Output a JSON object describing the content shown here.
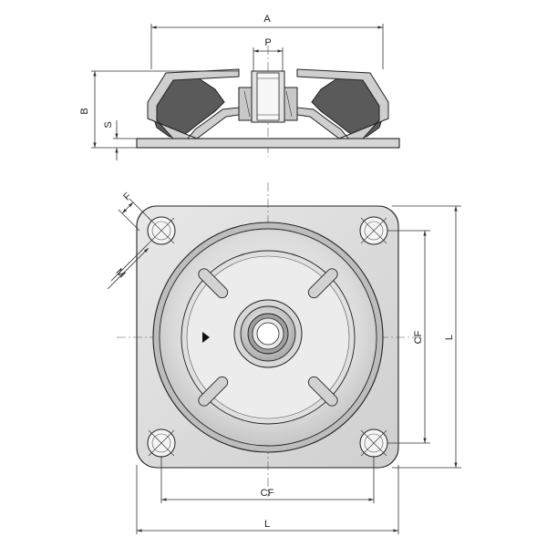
{
  "labels": {
    "A": "A",
    "P": "P",
    "B": "B",
    "S": "S",
    "F": "F",
    "M": "M",
    "CF_vertical": "CF",
    "L_vertical": "L",
    "CF_horizontal": "CF",
    "L_horizontal": "L"
  },
  "colors": {
    "rubber": "#5a5a5a",
    "metal_light": "#e6e6e6",
    "metal_mid": "#cfcfcf",
    "metal_dark": "#b4b4b4",
    "line": "#222222"
  }
}
